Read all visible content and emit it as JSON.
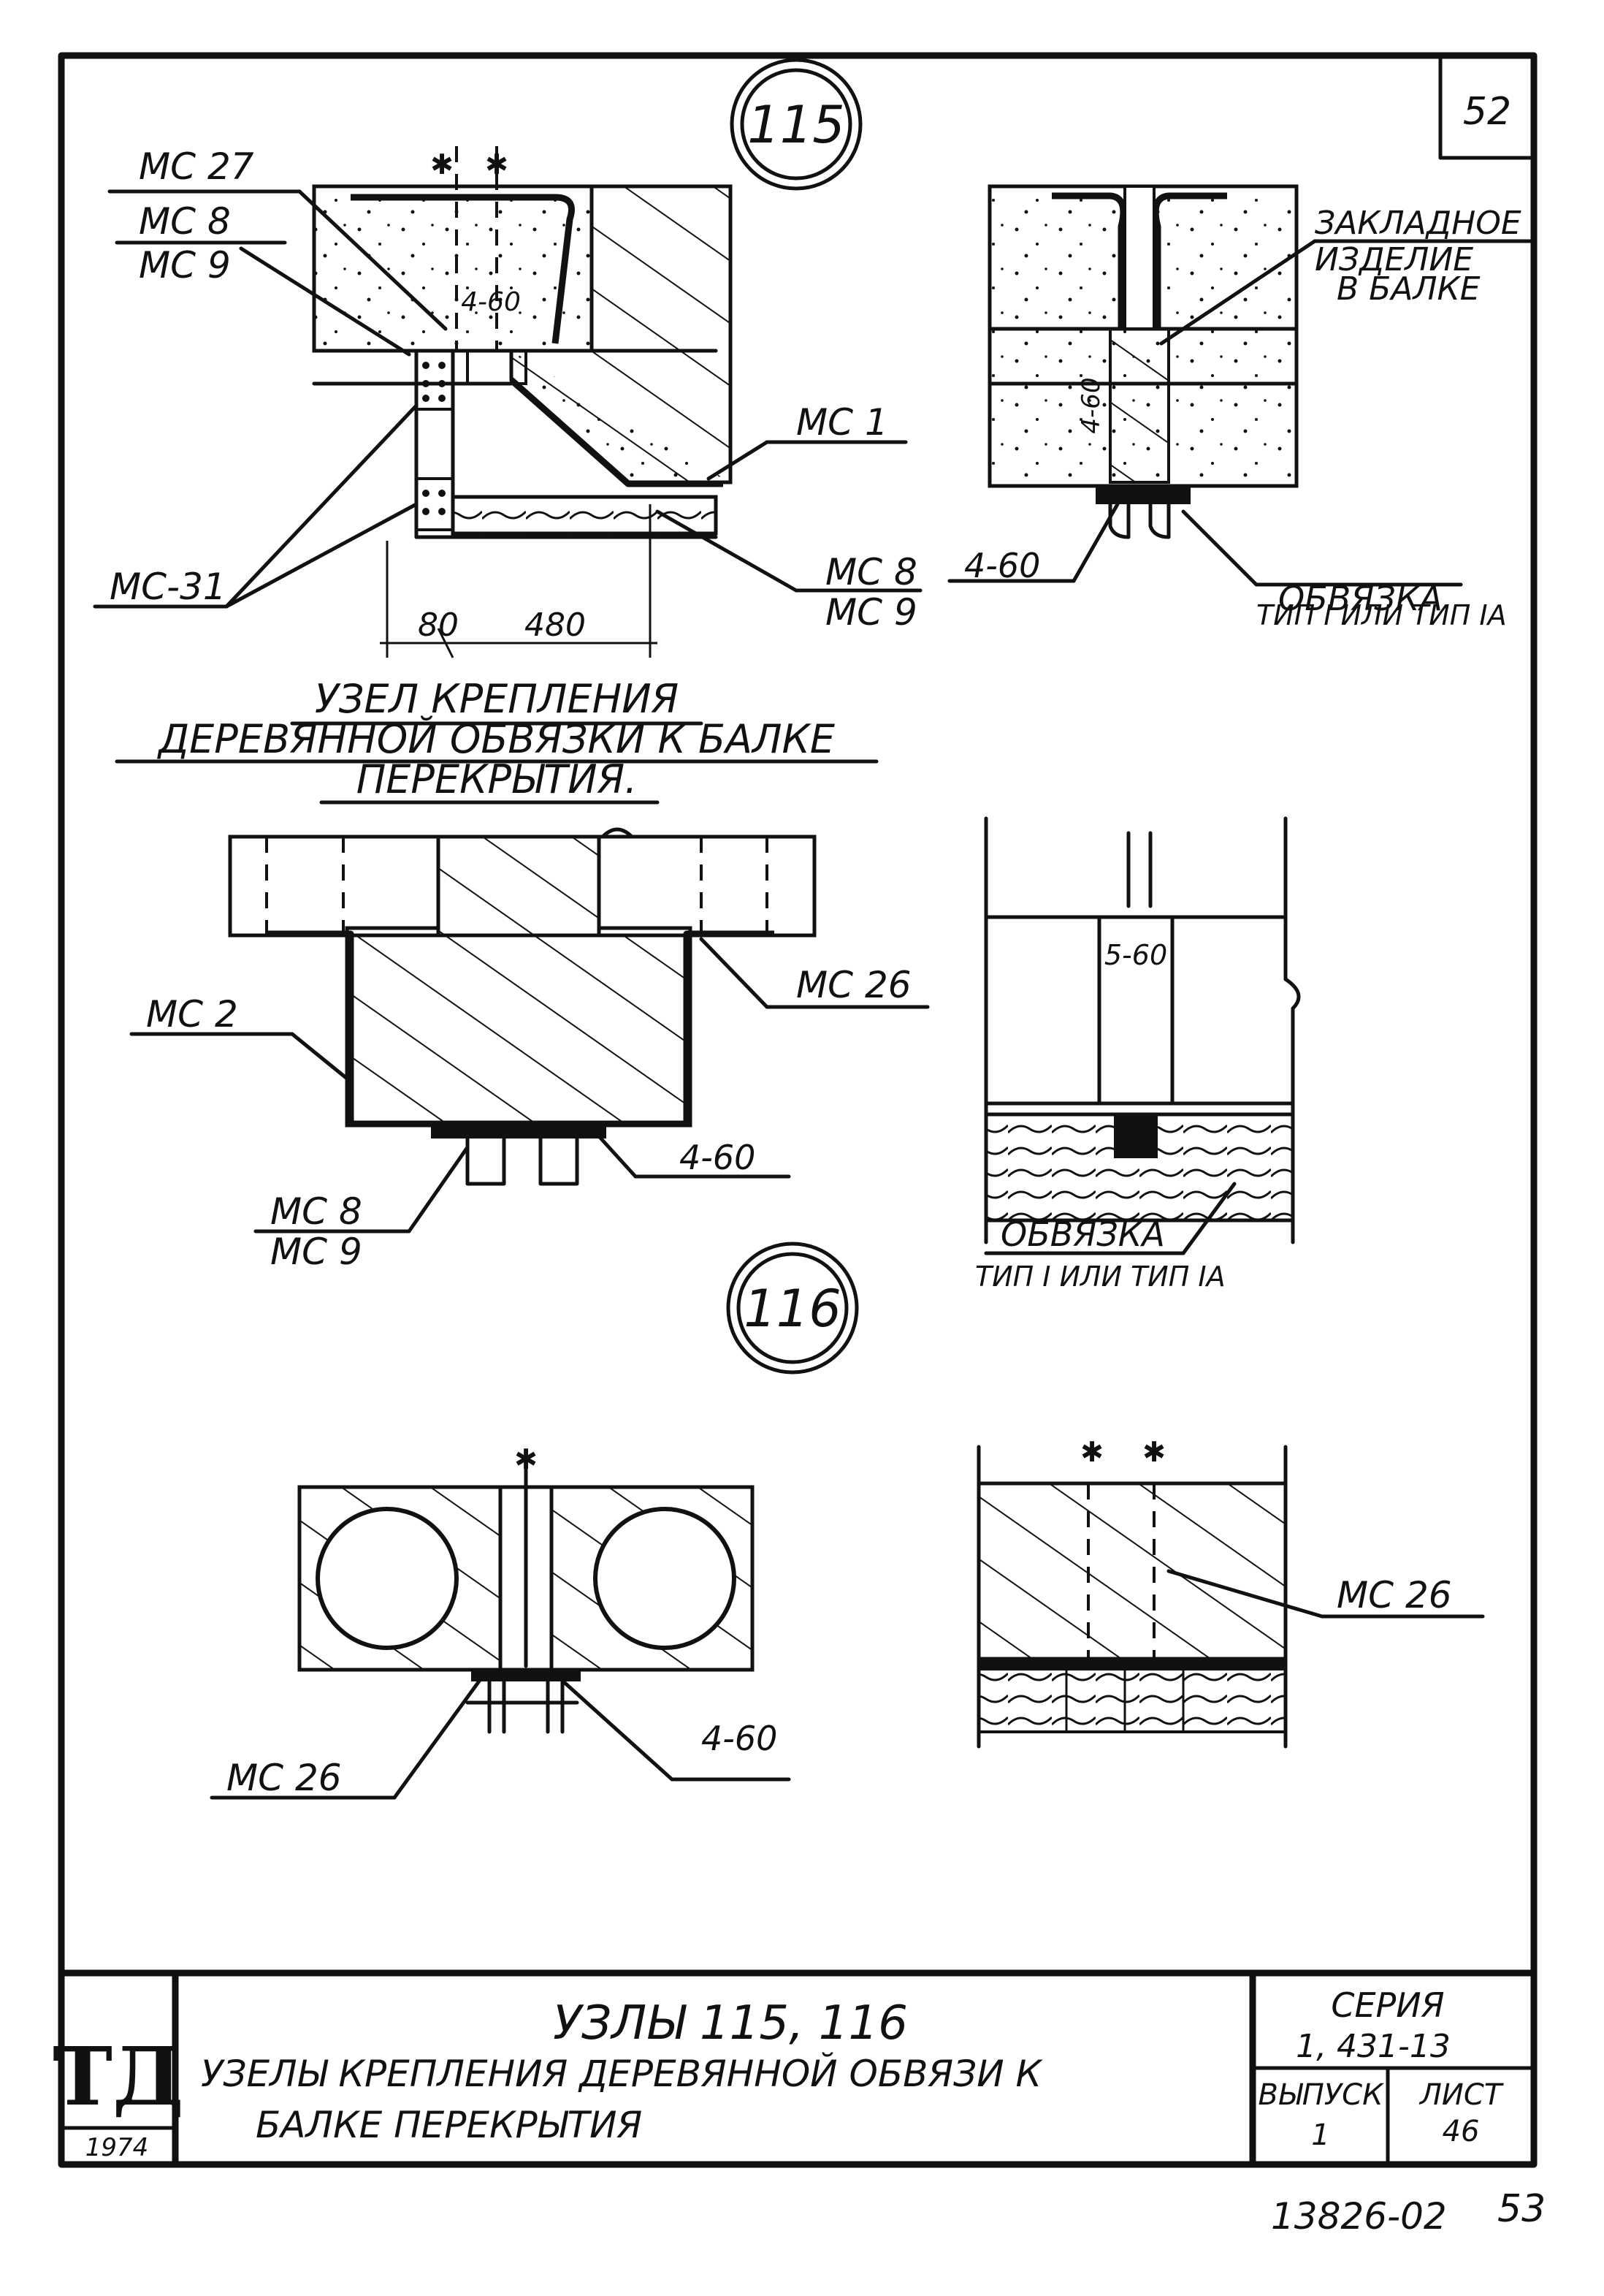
{
  "sheet": {
    "page_number": "52",
    "stamp_number": "53",
    "archive_number": "13826-02"
  },
  "node_115": {
    "number": "115",
    "labels": {
      "mc27": "МС 27",
      "mc8_mc9_top": [
        "МС 8",
        "МС 9"
      ],
      "dim_460_a": "4-60",
      "mc1": "МС 1",
      "mc31": "МС-31",
      "mc8_mc9_bot": [
        "МС 8",
        "МС 9"
      ],
      "dim_80": "80",
      "dim_480": "480",
      "embedded": [
        "ЗАКЛАДНОЕ",
        "ИЗДЕЛИЕ",
        "В БАЛКЕ"
      ],
      "dim_460_b": "4-60",
      "dim_460_c": "4-60",
      "strapping": [
        "ОБВЯЗКА",
        "ТИП I ИЛИ ТИП IА"
      ]
    },
    "caption": [
      "УЗЕЛ КРЕПЛЕНИЯ",
      "ДЕРЕВЯННОЙ ОБВЯЗКИ К БАЛКЕ",
      "ПЕРЕКРЫТИЯ."
    ]
  },
  "node_middle": {
    "labels": {
      "mc2": "МС 2",
      "mc26": "МС 26",
      "dim_460": "4-60",
      "mc8_mc9": [
        "МС 8",
        "МС 9"
      ],
      "dim_560": "5-60",
      "strapping": [
        "ОБВЯЗКА",
        "ТИП I ИЛИ ТИП IА"
      ]
    }
  },
  "node_116": {
    "number": "116",
    "labels": {
      "mc26_left": "МС 26",
      "dim_460": "4-60",
      "mc26_right": "МС 26"
    }
  },
  "title_block": {
    "logo": "ТД",
    "year": "1974",
    "title": "УЗЛЫ 115, 116",
    "subtitle_1": "УЗЕЛЫ КРЕПЛЕНИЯ ДЕРЕВЯННОЙ ОБВЯЗИ К",
    "subtitle_2": "БАЛКЕ ПЕРЕКРЫТИЯ",
    "series_label": "СЕРИЯ",
    "series_value": "1, 431-13",
    "issue_label": "ВЫПУСК",
    "issue_value": "1",
    "sheet_label": "ЛИСТ",
    "sheet_value": "46"
  }
}
